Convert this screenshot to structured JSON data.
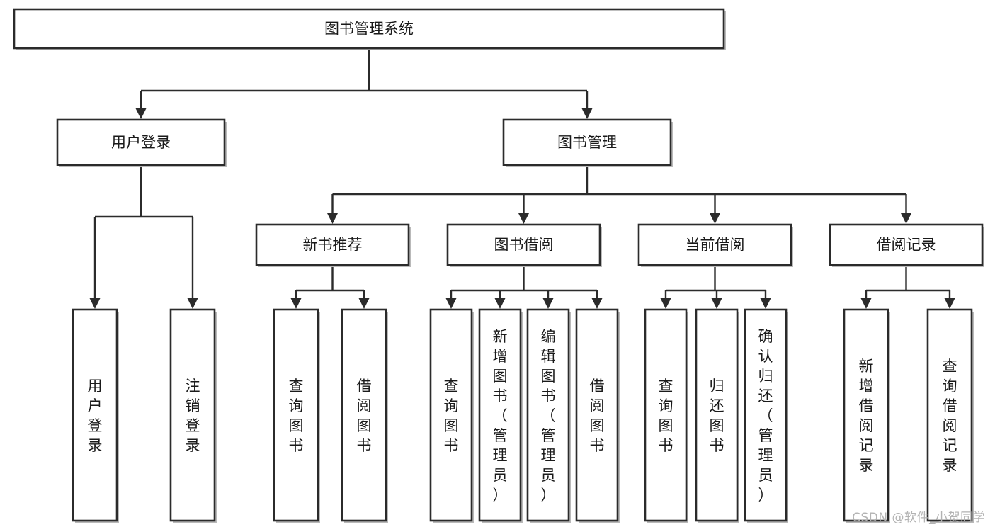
{
  "diagram": {
    "title": "图书管理系统",
    "type": "hierarchy-tree",
    "orientation": "top-down",
    "colors": {
      "box_stroke": "#2b2b2b",
      "box_fill": "#ffffff",
      "text": "#1a1a1a",
      "background": "#ffffff",
      "watermark": "#b3b3b3"
    },
    "levels": [
      {
        "level": 1,
        "nodes": [
          {
            "id": "root",
            "label": "图书管理系统",
            "orientation": "horizontal"
          }
        ]
      },
      {
        "level": 2,
        "nodes": [
          {
            "id": "login",
            "label": "用户登录",
            "orientation": "horizontal",
            "parent": "root"
          },
          {
            "id": "bookmgmt",
            "label": "图书管理",
            "orientation": "horizontal",
            "parent": "root"
          }
        ]
      },
      {
        "level": 3,
        "nodes": [
          {
            "id": "newbook",
            "label": "新书推荐",
            "orientation": "horizontal",
            "parent": "bookmgmt"
          },
          {
            "id": "borrow",
            "label": "图书借阅",
            "orientation": "horizontal",
            "parent": "bookmgmt"
          },
          {
            "id": "current",
            "label": "当前借阅",
            "orientation": "horizontal",
            "parent": "bookmgmt"
          },
          {
            "id": "records",
            "label": "借阅记录",
            "orientation": "horizontal",
            "parent": "bookmgmt"
          }
        ]
      },
      {
        "level": 4,
        "nodes": [
          {
            "id": "leaf-1",
            "label": "用户登录",
            "orientation": "vertical",
            "parent": "login"
          },
          {
            "id": "leaf-2",
            "label": "注销登录",
            "orientation": "vertical",
            "parent": "login"
          },
          {
            "id": "leaf-3",
            "label": "查询图书",
            "orientation": "vertical",
            "parent": "newbook"
          },
          {
            "id": "leaf-4",
            "label": "借阅图书",
            "orientation": "vertical",
            "parent": "newbook"
          },
          {
            "id": "leaf-5",
            "label": "查询图书",
            "orientation": "vertical",
            "parent": "borrow"
          },
          {
            "id": "leaf-6",
            "label": "新增图书（管理员）",
            "orientation": "vertical",
            "parent": "borrow"
          },
          {
            "id": "leaf-7",
            "label": "编辑图书（管理员）",
            "orientation": "vertical",
            "parent": "borrow"
          },
          {
            "id": "leaf-8",
            "label": "借阅图书",
            "orientation": "vertical",
            "parent": "borrow"
          },
          {
            "id": "leaf-9",
            "label": "查询图书",
            "orientation": "vertical",
            "parent": "current"
          },
          {
            "id": "leaf-10",
            "label": "归还图书",
            "orientation": "vertical",
            "parent": "current"
          },
          {
            "id": "leaf-11",
            "label": "确认归还（管理员）",
            "orientation": "vertical",
            "parent": "current"
          },
          {
            "id": "leaf-12",
            "label": "新增借阅记录",
            "orientation": "vertical",
            "parent": "records"
          },
          {
            "id": "leaf-13",
            "label": "查询借阅记录",
            "orientation": "vertical",
            "parent": "records"
          }
        ]
      }
    ]
  },
  "watermark": {
    "text": "CSDN @软件_小贺同学"
  }
}
